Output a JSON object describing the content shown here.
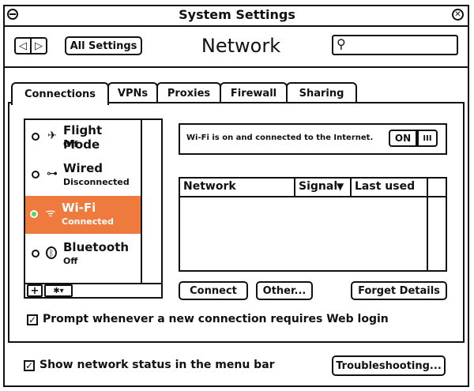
{
  "window": {
    "title": "System Settings",
    "page_title": "Network",
    "back_glyph": "◁",
    "forward_glyph": "▷",
    "all_settings_label": "All Settings",
    "search": {
      "value": "",
      "placeholder": ""
    }
  },
  "tabs": [
    {
      "label": "Connections",
      "active": true
    },
    {
      "label": "VPNs"
    },
    {
      "label": "Proxies"
    },
    {
      "label": "Firewall"
    },
    {
      "label": "Sharing"
    }
  ],
  "connections": [
    {
      "name": "Flight Mode",
      "status": "Off",
      "icon": "airplane-icon",
      "glyph": "✈"
    },
    {
      "name": "Wired",
      "status": "Disconnected",
      "icon": "wired-network-icon",
      "glyph": "⊶"
    },
    {
      "name": "Wi-Fi",
      "status": "Connected",
      "icon": "wifi-icon",
      "glyph": "ᯤ",
      "selected": true
    },
    {
      "name": "Bluetooth",
      "status": "Off",
      "icon": "bluetooth-icon",
      "glyph": "ᛒ"
    }
  ],
  "list_controls": {
    "add_glyph": "+",
    "gear_glyph": "✱▾"
  },
  "wifi_status": {
    "text": "Wi-Fi is on and connected to the Internet.",
    "toggle_on_label": "ON",
    "toggle_off_label": "III"
  },
  "networks_table": {
    "columns": [
      "Network",
      "Signal",
      "Last used"
    ],
    "sort_glyph": "▼",
    "rows": []
  },
  "buttons": {
    "connect": "Connect",
    "other": "Other...",
    "forget": "Forget Details",
    "troubleshooting": "Troubleshooting..."
  },
  "prompt_checkbox": {
    "label": "Prompt whenever a new connection requires Web login",
    "checked": true
  },
  "menubar_checkbox": {
    "label": "Show network status in the menu bar",
    "checked": true
  },
  "colors": {
    "selection": "#ef7a3e",
    "active_radio": "#5dd35d",
    "ink": "#111111"
  }
}
